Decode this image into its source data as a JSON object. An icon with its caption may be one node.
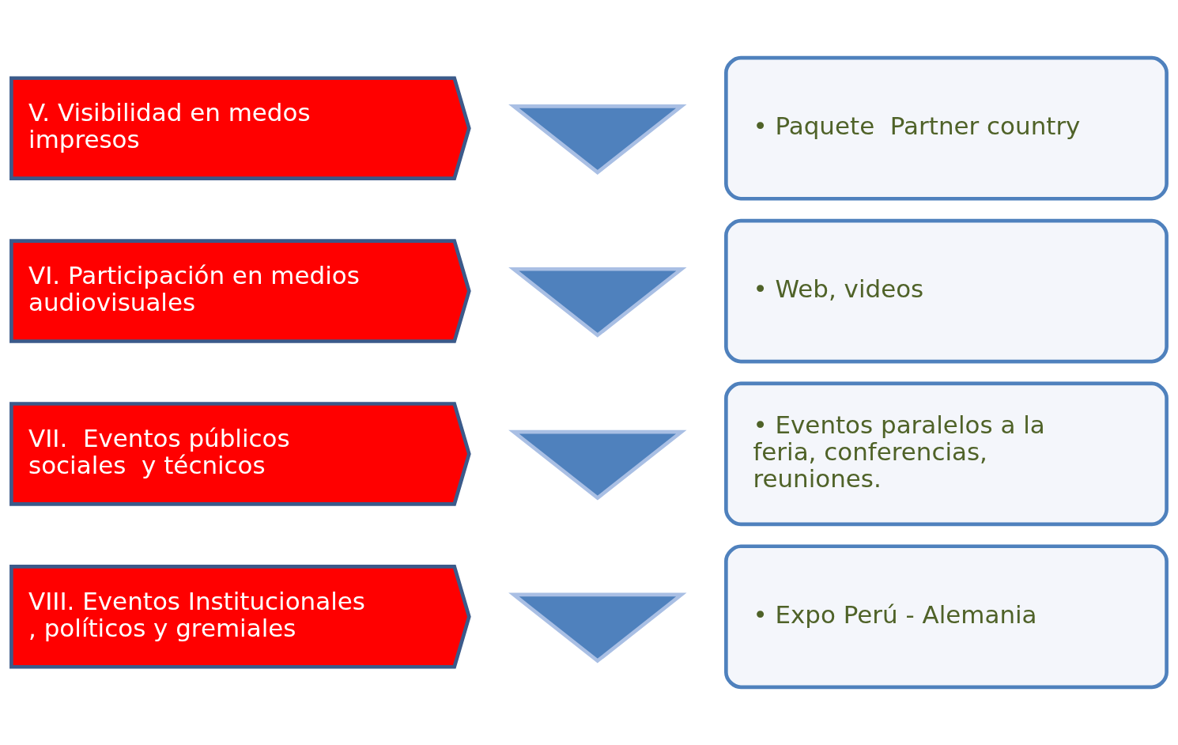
{
  "diagram": {
    "nodes": [
      {
        "text": [
          "V. Visibilidad en medos impresos"
        ]
      },
      {
        "text": [
          "VI. Participación en medios audiovisuales"
        ]
      },
      {
        "text": [
          "VII.  Eventos públicos sociales  y técnicos"
        ]
      },
      {
        "text": [
          "VIII. Eventos Institucionales , políticos y gremiales"
        ]
      },
      {
        "text": [],
        "shape": "chevron"
      },
      {
        "text": [],
        "shape": "chevron"
      },
      {
        "text": [],
        "shape": "chevron"
      },
      {
        "text": [],
        "shape": "chevron"
      },
      {
        "text": [
          "• Paquete  Partner country"
        ]
      },
      {
        "text": [
          "• Web, videos"
        ]
      },
      {
        "text": [
          "• Eventos paralelos a la feria, conferencias, reuniones."
        ]
      },
      {
        "text": [
          "• Expo Perú - Alemania"
        ]
      }
    ],
    "edges": []
  }
}
